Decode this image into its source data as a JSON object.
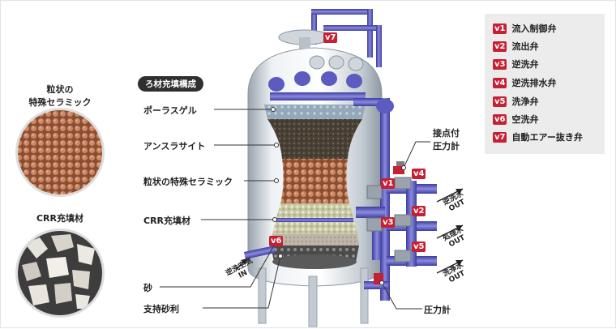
{
  "samples": {
    "ceramic_caption_line1": "粒状の",
    "ceramic_caption_line2": "特殊セラミック",
    "crr_caption": "CRR充填材"
  },
  "media_header": "ろ材充填構成",
  "layers": {
    "porous_gel": "ポーラスゲル",
    "anthracite": "アンスラサイト",
    "ceramic": "粒状の特殊セラミック",
    "crr": "CRR充填材",
    "sand": "砂",
    "gravel": "支持砂利"
  },
  "gauges": {
    "top_line1": "接点付",
    "top_line2": "圧力計",
    "bottom": "圧力計"
  },
  "flows": {
    "backwash_air_line1": "逆洗空気",
    "backwash_air_line2": "IN",
    "backwash_water_line1": "逆洗水",
    "backwash_water_line2": "OUT",
    "treated_water_line1": "処理水",
    "treated_water_line2": "OUT",
    "rinse_water_line1": "洗浄水",
    "rinse_water_line2": "OUT"
  },
  "legend": [
    {
      "code": "v1",
      "label": "流入制御弁"
    },
    {
      "code": "v2",
      "label": "流出弁"
    },
    {
      "code": "v3",
      "label": "逆洗弁"
    },
    {
      "code": "v4",
      "label": "逆洗排水弁"
    },
    {
      "code": "v5",
      "label": "洗浄弁"
    },
    {
      "code": "v6",
      "label": "空洗弁"
    },
    {
      "code": "v7",
      "label": "自動エアー抜き弁"
    }
  ],
  "colors": {
    "badge": "#c62033",
    "pipe": "#6f6fd0",
    "legend_bg": "#ececec"
  }
}
